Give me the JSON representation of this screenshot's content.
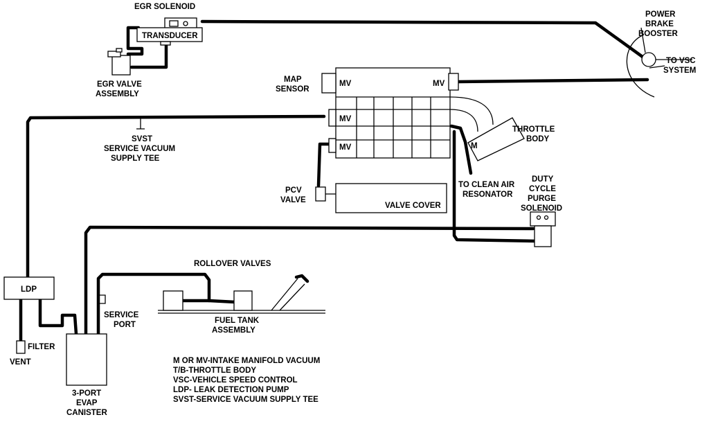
{
  "diagram": {
    "labels": {
      "egr_solenoid": "EGR SOLENOID",
      "transducer": "TRANSDUCER",
      "egr_valve_1": "EGR VALVE",
      "egr_valve_2": "ASSEMBLY",
      "power_brake_1": "POWER",
      "power_brake_2": "BRAKE",
      "power_brake_3": "BOOSTER",
      "to_vsc_1": "TO VSC",
      "to_vsc_2": "SYSTEM",
      "map_sensor_1": "MAP",
      "map_sensor_2": "SENSOR",
      "mv": "MV",
      "m": "M",
      "throttle_body_1": "THROTTLE",
      "throttle_body_2": "BODY",
      "svst_1": "SVST",
      "svst_2": "SERVICE VACUUM",
      "svst_3": "SUPPLY TEE",
      "pcv_1": "PCV",
      "pcv_2": "VALVE",
      "valve_cover": "VALVE COVER",
      "clean_air_1": "TO CLEAN AIR",
      "clean_air_2": "RESONATOR",
      "duty_cycle_1": "DUTY",
      "duty_cycle_2": "CYCLE",
      "duty_cycle_3": "PURGE",
      "duty_cycle_4": "SOLENOID",
      "ldp": "LDP",
      "filter": "FILTER",
      "vent": "VENT",
      "rollover": "ROLLOVER VALVES",
      "service_port_1": "SERVICE",
      "service_port_2": "PORT",
      "fuel_tank_1": "FUEL TANK",
      "fuel_tank_2": "ASSEMBLY",
      "canister_1": "3-PORT",
      "canister_2": "EVAP",
      "canister_3": "CANISTER"
    },
    "legend": [
      "M OR MV-INTAKE MANIFOLD VACUUM",
      "T/B-THROTTLE BODY",
      "VSC-VEHICLE SPEED CONTROL",
      "LDP- LEAK DETECTION PUMP",
      "SVST-SERVICE VACUUM SUPPLY TEE"
    ]
  }
}
